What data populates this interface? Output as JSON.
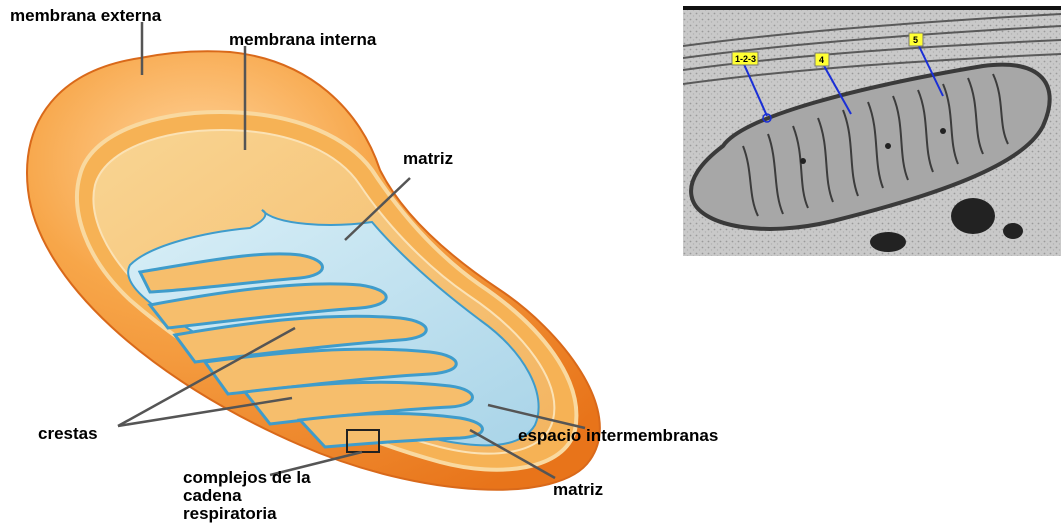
{
  "labels": {
    "membrana_externa": "membrana externa",
    "membrana_interna": "membrana interna",
    "matriz_top": "matriz",
    "crestas": "crestas",
    "espacio": "espacio intermembranas",
    "matriz_bottom": "matriz",
    "complejos_1": "complejos de la",
    "complejos_2": "cadena",
    "complejos_3": "respiratoria"
  },
  "micrograph": {
    "tags": [
      "1-2-3",
      "4",
      "5"
    ]
  },
  "colors": {
    "outer_membrane": "#f08a1a",
    "inner_surface": "#f7c37a",
    "matrix": "#bfe0ee",
    "cristae_edge": "#3f9ccb",
    "tag_bg": "#ffff33",
    "pointer": "#1a2fd6"
  }
}
